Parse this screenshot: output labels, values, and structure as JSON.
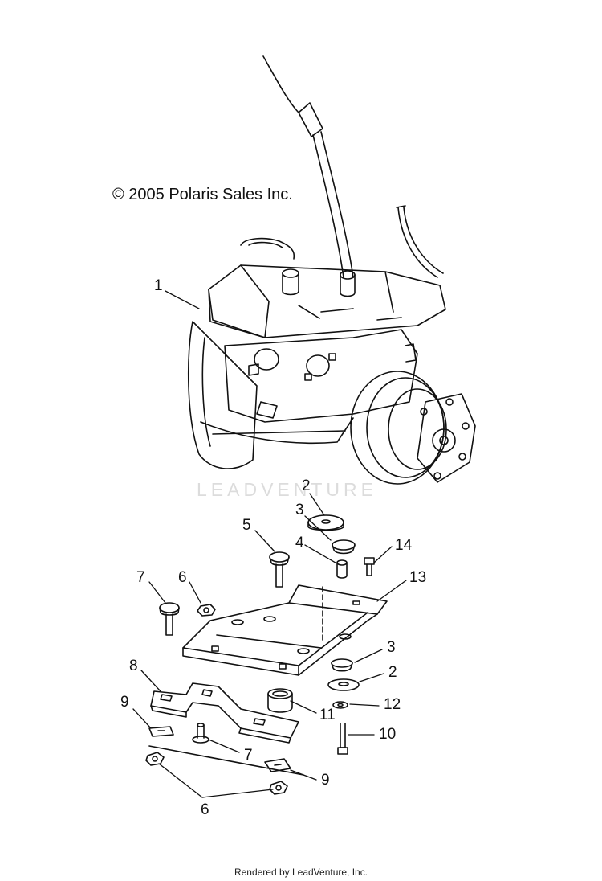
{
  "copyright": "© 2005 Polaris Sales Inc.",
  "watermark": "LEADVENTURE",
  "footer": "Rendered by LeadVenture, Inc.",
  "callouts": {
    "c1": "1",
    "c2a": "2",
    "c3a": "3",
    "c4": "4",
    "c5": "5",
    "c6a": "6",
    "c7a": "7",
    "c14": "14",
    "c13": "13",
    "c3b": "3",
    "c2b": "2",
    "c8": "8",
    "c12": "12",
    "c11": "11",
    "c9a": "9",
    "c10": "10",
    "c7b": "7",
    "c9b": "9",
    "c6b": "6"
  }
}
